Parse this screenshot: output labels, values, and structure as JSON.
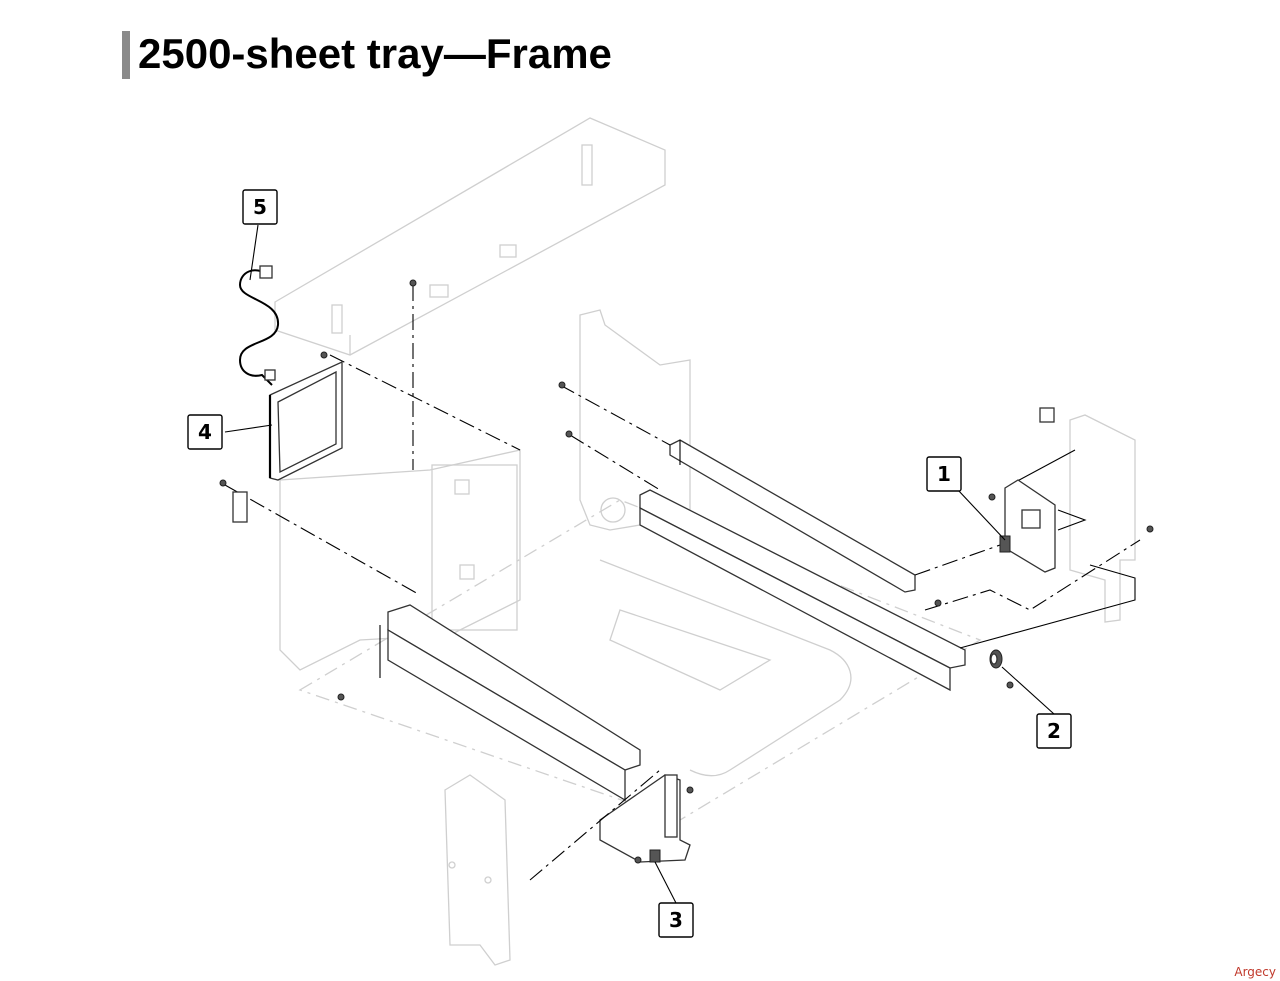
{
  "title": "2500-sheet tray—Frame",
  "watermark": "Argecy",
  "callouts": [
    {
      "label": "1"
    },
    {
      "label": "2"
    },
    {
      "label": "3"
    },
    {
      "label": "4"
    },
    {
      "label": "5"
    }
  ]
}
